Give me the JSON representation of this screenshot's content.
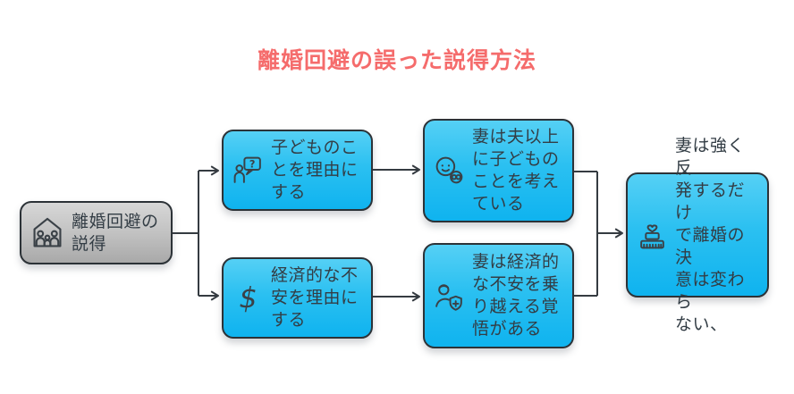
{
  "title": "離婚回避の誤った説得方法",
  "colors": {
    "title_text": "#f56c6c",
    "node_cyan_top": "#55d0f5",
    "node_cyan_bottom": "#0fb3ef",
    "node_gray_top": "#d7d7d7",
    "node_gray_bottom": "#a9a9a9",
    "node_border": "#2c3237",
    "node_text": "#333d45",
    "connector_line": "#353b41",
    "background": "#ffffff"
  },
  "icons": {
    "question_glyph": "?",
    "dollar_glyph": "$"
  },
  "nodes": {
    "root": {
      "id": "root",
      "label": "離婚回避の\n説得",
      "icon": "family-home-icon"
    },
    "reason_child": {
      "id": "reason_child",
      "label": "子どものこ\nとを理由に\nする",
      "icon": "person-question-icon"
    },
    "reason_money": {
      "id": "reason_money",
      "label": "経済的な不\n安を理由に\nする",
      "icon": "dollar-icon"
    },
    "result_child": {
      "id": "result_child",
      "label": "妻は夫以上\nに子どもの\nことを考え\nている",
      "icon": "mother-child-icon"
    },
    "result_money": {
      "id": "result_money",
      "label": "妻は経済的\nな不安を乗\nり越える覚\n悟がある",
      "icon": "person-shield-icon"
    },
    "conclusion": {
      "id": "conclusion",
      "label": "妻は強く反\n発するだけ\nで離婚の決\n意は変わら\nない、",
      "icon": "wedding-cake-icon"
    }
  },
  "edges": [
    {
      "from": "root",
      "to": "reason_child"
    },
    {
      "from": "root",
      "to": "reason_money"
    },
    {
      "from": "reason_child",
      "to": "result_child"
    },
    {
      "from": "reason_money",
      "to": "result_money"
    },
    {
      "from": "result_child",
      "to": "conclusion"
    },
    {
      "from": "result_money",
      "to": "conclusion"
    }
  ]
}
